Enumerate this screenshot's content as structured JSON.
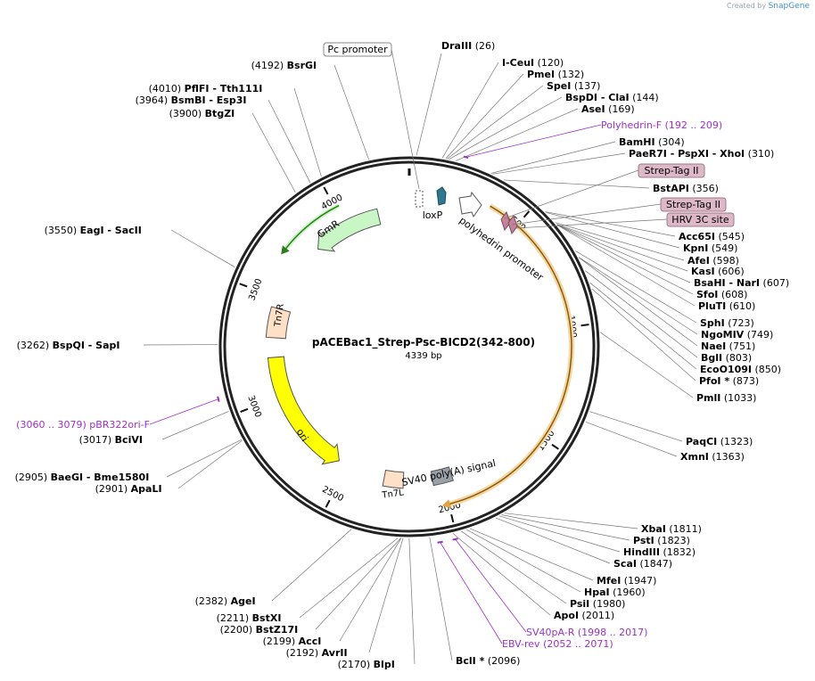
{
  "credit": {
    "prefix": "Created by",
    "brand": "SnapGene"
  },
  "plasmid": {
    "name": "pACEBac1_Strep-Psc-BICD2(342-800)",
    "size_label": "4339 bp",
    "length": 4339
  },
  "ticks": [
    "500",
    "1000",
    "1500",
    "2000",
    "2500",
    "3000",
    "3500",
    "4000"
  ],
  "features": [
    {
      "label": "GmR",
      "color": "#c8f7c5",
      "dir": "ccw"
    },
    {
      "label": "ori",
      "color": "#ffff00",
      "dir": "ccw"
    },
    {
      "label": "Tn7R",
      "color": "#fde0c5",
      "dir": "none"
    },
    {
      "label": "Tn7L",
      "color": "#fde0c5",
      "dir": "none"
    },
    {
      "label": "loxP",
      "color": "#2b7a90",
      "dir": "cw"
    },
    {
      "label": "polyhedrin promoter",
      "color": "#ffffff",
      "dir": "cw"
    },
    {
      "label": "SV40 poly(A) signal",
      "color": "#9aa0a8",
      "dir": "none"
    }
  ],
  "cut_sites": [
    {
      "name": "DraIII",
      "pos": "(26)"
    },
    {
      "name": "I-CeuI",
      "pos": "(120)"
    },
    {
      "name": "PmeI",
      "pos": "(132)"
    },
    {
      "name": "SpeI",
      "pos": "(137)"
    },
    {
      "name": "BspDI - ClaI",
      "pos": "(144)"
    },
    {
      "name": "AseI",
      "pos": "(169)"
    },
    {
      "name": "BamHI",
      "pos": "(304)"
    },
    {
      "name": "PaeR7I - PspXI - XhoI",
      "pos": "(310)"
    },
    {
      "name": "BstAPI",
      "pos": "(356)"
    },
    {
      "name": "Acc65I",
      "pos": "(545)"
    },
    {
      "name": "KpnI",
      "pos": "(549)"
    },
    {
      "name": "AfeI",
      "pos": "(598)"
    },
    {
      "name": "KasI",
      "pos": "(606)"
    },
    {
      "name": "BsaHI - NarI",
      "pos": "(607)"
    },
    {
      "name": "SfoI",
      "pos": "(608)"
    },
    {
      "name": "PluTI",
      "pos": "(610)"
    },
    {
      "name": "SphI",
      "pos": "(723)"
    },
    {
      "name": "NgoMIV",
      "pos": "(749)"
    },
    {
      "name": "NaeI",
      "pos": "(751)"
    },
    {
      "name": "BglI",
      "pos": "(803)"
    },
    {
      "name": "EcoO109I",
      "pos": "(850)"
    },
    {
      "name": "PfoI *",
      "pos": "(873)"
    },
    {
      "name": "PmlI",
      "pos": "(1033)"
    },
    {
      "name": "PaqCI",
      "pos": "(1323)"
    },
    {
      "name": "XmnI",
      "pos": "(1363)"
    },
    {
      "name": "XbaI",
      "pos": "(1811)"
    },
    {
      "name": "PstI",
      "pos": "(1823)"
    },
    {
      "name": "HindIII",
      "pos": "(1832)"
    },
    {
      "name": "ScaI",
      "pos": "(1847)"
    },
    {
      "name": "MfeI",
      "pos": "(1947)"
    },
    {
      "name": "HpaI",
      "pos": "(1960)"
    },
    {
      "name": "PsiI",
      "pos": "(1980)"
    },
    {
      "name": "ApoI",
      "pos": "(2011)"
    },
    {
      "name": "BclI *",
      "pos": "(2096)"
    },
    {
      "name": "BlpI",
      "pos": "(2170)"
    },
    {
      "name": "AvrII",
      "pos": "(2192)"
    },
    {
      "name": "AccI",
      "pos": "(2199)"
    },
    {
      "name": "BstZ17I",
      "pos": "(2200)"
    },
    {
      "name": "BstXI",
      "pos": "(2211)"
    },
    {
      "name": "AgeI",
      "pos": "(2382)"
    },
    {
      "name": "BaeGI - Bme1580I",
      "pos": "(2905)"
    },
    {
      "name": "ApaLI",
      "pos": "(2901)"
    },
    {
      "name": "BciVI",
      "pos": "(3017)"
    },
    {
      "name": "BspQI - SapI",
      "pos": "(3262)"
    },
    {
      "name": "EagI - SacII",
      "pos": "(3550)"
    },
    {
      "name": "BtgZI",
      "pos": "(3900)"
    },
    {
      "name": "BsmBI - Esp3I",
      "pos": "(3964)"
    },
    {
      "name": "PflFI - Tth111I",
      "pos": "(4010)"
    },
    {
      "name": "BsrGI",
      "pos": "(4192)"
    }
  ],
  "primers": [
    {
      "name": "Polyhedrin-F",
      "range": "(192 .. 209)"
    },
    {
      "name": "SV40pA-R",
      "range": "(1998 .. 2017)"
    },
    {
      "name": "EBV-rev",
      "range": "(2052 .. 2071)"
    },
    {
      "name": "pBR322ori-F",
      "range": "(3060 .. 3079)"
    }
  ],
  "boxed_labels": [
    {
      "text": "Pc promoter",
      "fill": "#ffffff",
      "stroke": "#888888"
    },
    {
      "text": "Strep-Tag II",
      "fill": "#ddb8c6",
      "stroke": "#a07888"
    },
    {
      "text": "Strep-Tag II",
      "fill": "#ddb8c6",
      "stroke": "#a07888"
    },
    {
      "text": "HRV 3C site",
      "fill": "#ddb8c6",
      "stroke": "#a07888"
    }
  ],
  "colors": {
    "backbone": "#222222",
    "primer": "#9b30c8",
    "leader": "#777777",
    "insert": "#e2a33c"
  }
}
